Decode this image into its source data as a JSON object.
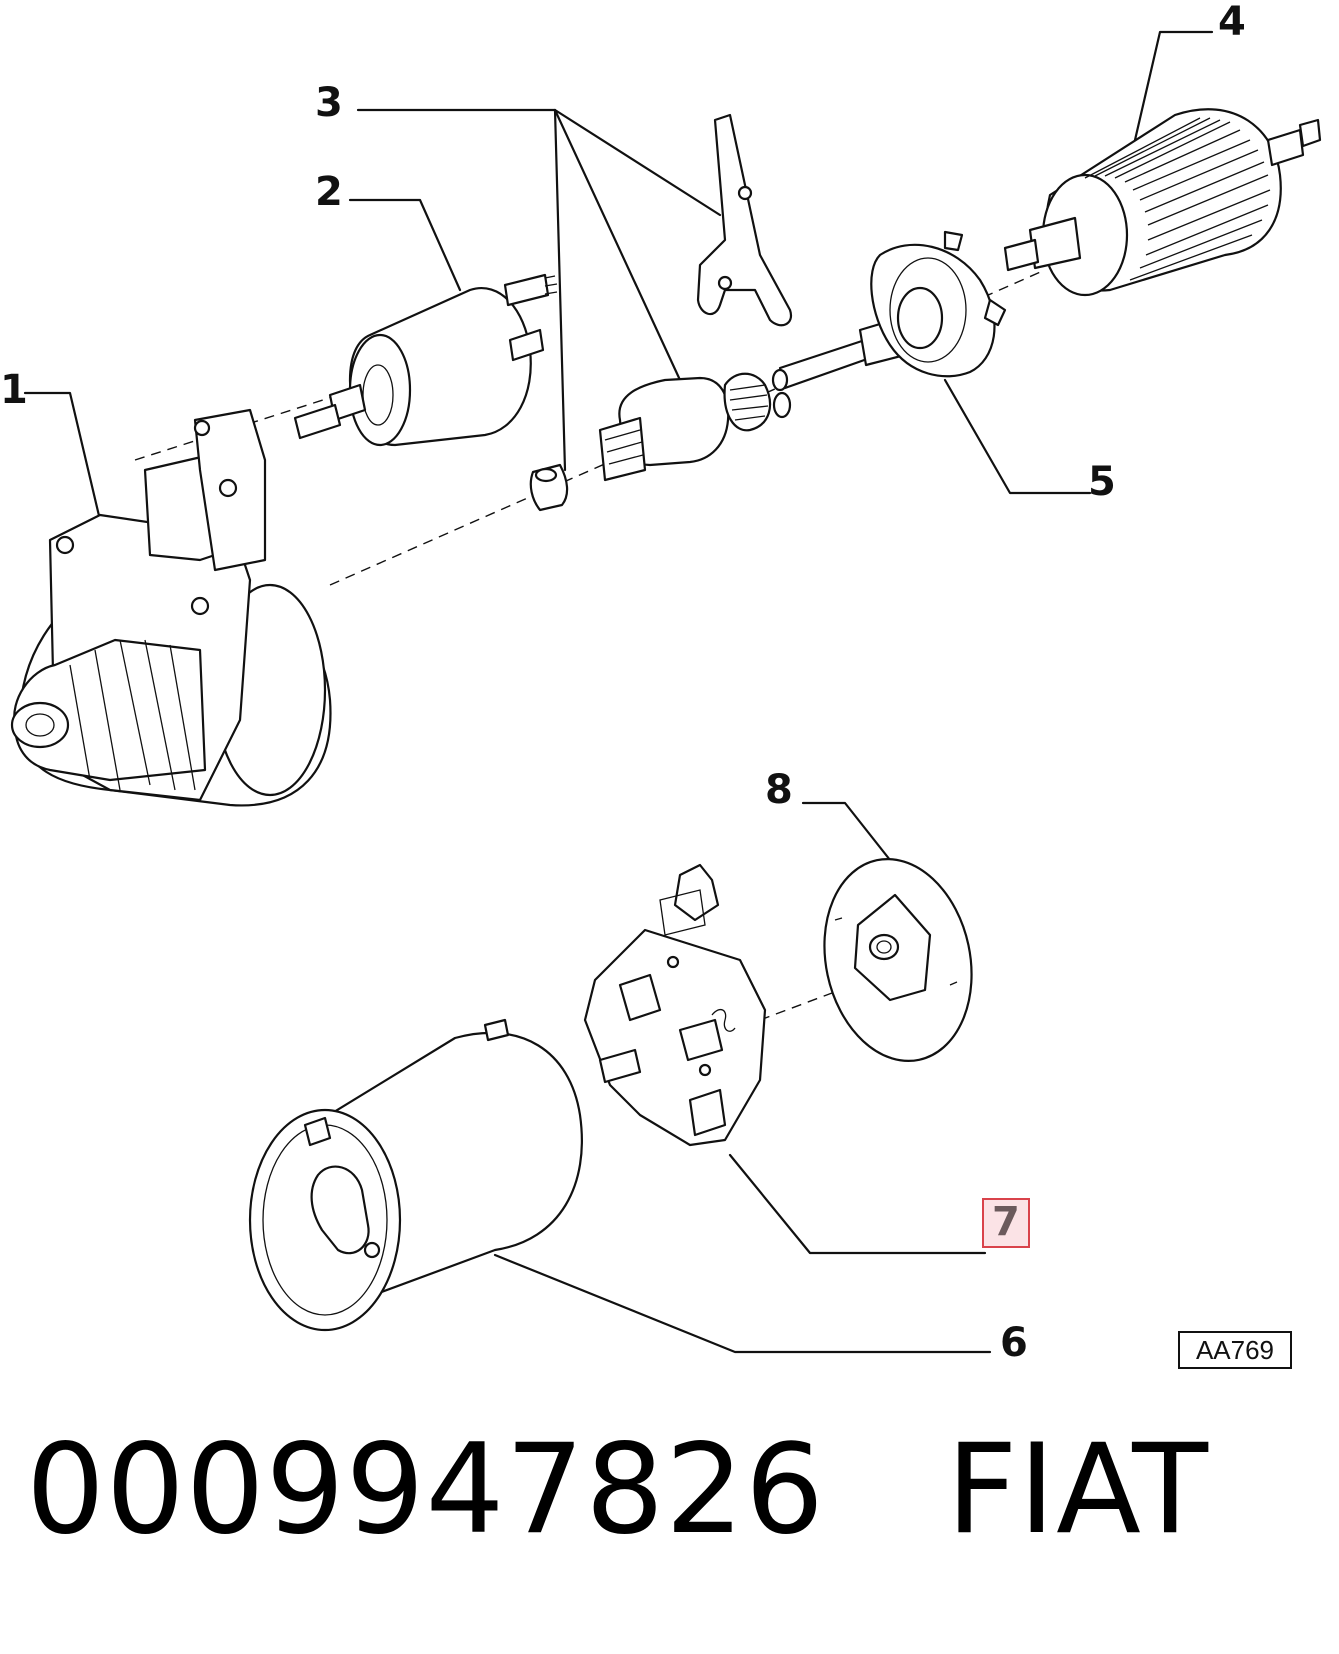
{
  "diagram": {
    "callouts": [
      {
        "id": "1",
        "label": "1"
      },
      {
        "id": "2",
        "label": "2"
      },
      {
        "id": "3",
        "label": "3"
      },
      {
        "id": "4",
        "label": "4"
      },
      {
        "id": "5",
        "label": "5"
      },
      {
        "id": "6",
        "label": "6"
      },
      {
        "id": "7",
        "label": "7",
        "highlighted": true
      },
      {
        "id": "8",
        "label": "8"
      }
    ],
    "highlight_color": "#d9434b",
    "reference_code": "AA769"
  },
  "footer": {
    "part_number": "0009947826",
    "brand": "FIAT"
  }
}
